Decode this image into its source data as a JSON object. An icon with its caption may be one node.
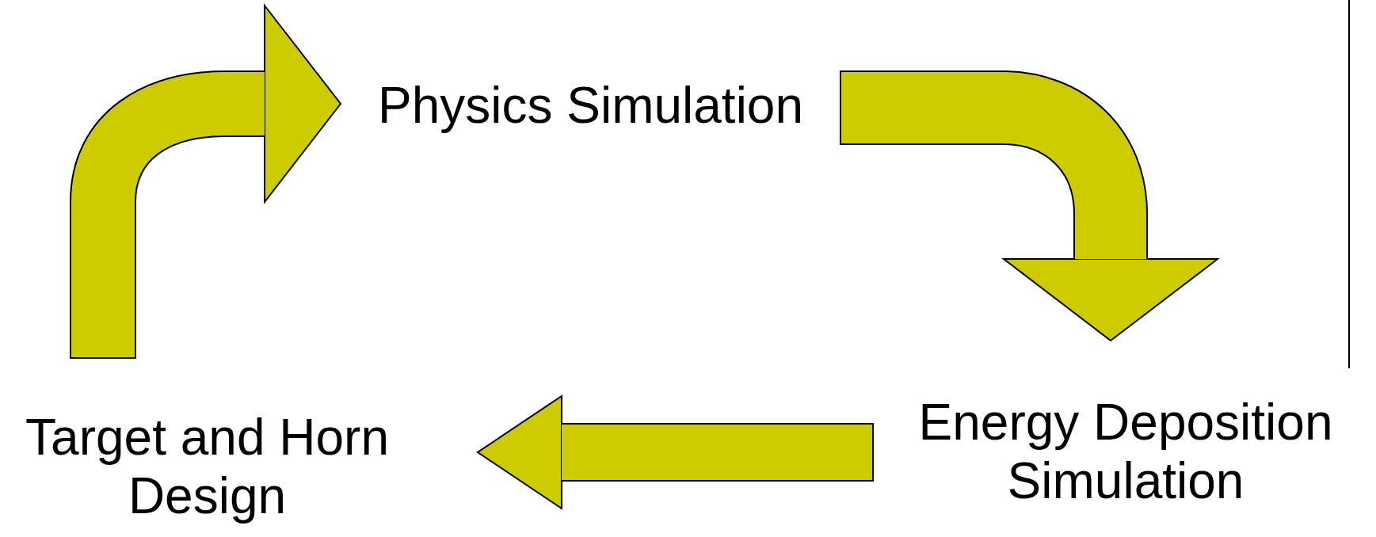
{
  "diagram": {
    "nodes": [
      {
        "text": [
          "Physics Simulation"
        ]
      },
      {
        "text": [
          "Energy Deposition Simulation"
        ]
      },
      {
        "text": [
          "Target and Horn Design"
        ]
      }
    ],
    "edges": [
      {
        "from": 2,
        "to": 0,
        "arrow": "to"
      },
      {
        "from": 0,
        "to": 1,
        "arrow": "to"
      },
      {
        "from": 1,
        "to": 2,
        "arrow": "to"
      }
    ]
  }
}
